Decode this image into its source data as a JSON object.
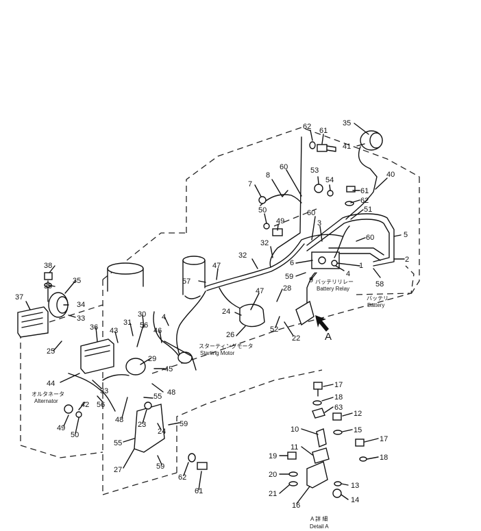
{
  "diagram": {
    "callouts": [
      {
        "id": "c35a",
        "text": "35"
      },
      {
        "id": "c41",
        "text": "41"
      },
      {
        "id": "c62a",
        "text": "62"
      },
      {
        "id": "c61a",
        "text": "61"
      },
      {
        "id": "c40",
        "text": "40"
      },
      {
        "id": "c53",
        "text": "53"
      },
      {
        "id": "c54",
        "text": "54"
      },
      {
        "id": "c61b",
        "text": "61"
      },
      {
        "id": "c62b",
        "text": "62"
      },
      {
        "id": "c51",
        "text": "51"
      },
      {
        "id": "c60a",
        "text": "60"
      },
      {
        "id": "c7",
        "text": "7"
      },
      {
        "id": "c8",
        "text": "8"
      },
      {
        "id": "c50a",
        "text": "50"
      },
      {
        "id": "c49a",
        "text": "49"
      },
      {
        "id": "c60b",
        "text": "60"
      },
      {
        "id": "c3",
        "text": "3"
      },
      {
        "id": "c60c",
        "text": "60"
      },
      {
        "id": "c5",
        "text": "5"
      },
      {
        "id": "c2",
        "text": "2"
      },
      {
        "id": "c32a",
        "text": "32"
      },
      {
        "id": "c32b",
        "text": "32"
      },
      {
        "id": "c1",
        "text": "1"
      },
      {
        "id": "c6",
        "text": "6"
      },
      {
        "id": "c4a",
        "text": "4"
      },
      {
        "id": "c59a",
        "text": "59"
      },
      {
        "id": "c9",
        "text": "9"
      },
      {
        "id": "c58",
        "text": "58"
      },
      {
        "id": "c47a",
        "text": "47"
      },
      {
        "id": "c57",
        "text": "57"
      },
      {
        "id": "c47b",
        "text": "47"
      },
      {
        "id": "c28",
        "text": "28"
      },
      {
        "id": "c38",
        "text": "38"
      },
      {
        "id": "c39",
        "text": "39"
      },
      {
        "id": "c35b",
        "text": "35"
      },
      {
        "id": "c37",
        "text": "37"
      },
      {
        "id": "c34",
        "text": "34"
      },
      {
        "id": "c33a",
        "text": "33"
      },
      {
        "id": "c24a",
        "text": "24"
      },
      {
        "id": "c26",
        "text": "26"
      },
      {
        "id": "c52",
        "text": "52"
      },
      {
        "id": "c22",
        "text": "22"
      },
      {
        "id": "c30",
        "text": "30"
      },
      {
        "id": "c31",
        "text": "31"
      },
      {
        "id": "c43",
        "text": "43"
      },
      {
        "id": "c56a",
        "text": "56"
      },
      {
        "id": "c36",
        "text": "36"
      },
      {
        "id": "c4b",
        "text": "4"
      },
      {
        "id": "c46",
        "text": "46"
      },
      {
        "id": "c29",
        "text": "29"
      },
      {
        "id": "c25",
        "text": "25"
      },
      {
        "id": "c45",
        "text": "45"
      },
      {
        "id": "c44",
        "text": "44"
      },
      {
        "id": "c48a",
        "text": "48"
      },
      {
        "id": "c33b",
        "text": "33"
      },
      {
        "id": "c55a",
        "text": "55"
      },
      {
        "id": "c42",
        "text": "42"
      },
      {
        "id": "c56b",
        "text": "56"
      },
      {
        "id": "c48b",
        "text": "48"
      },
      {
        "id": "c59b",
        "text": "59"
      },
      {
        "id": "c49b",
        "text": "49"
      },
      {
        "id": "c50b",
        "text": "50"
      },
      {
        "id": "c23",
        "text": "23"
      },
      {
        "id": "c24b",
        "text": "24"
      },
      {
        "id": "c55b",
        "text": "55"
      },
      {
        "id": "c59c",
        "text": "59"
      },
      {
        "id": "c27",
        "text": "27"
      },
      {
        "id": "c62c",
        "text": "62"
      },
      {
        "id": "c61c",
        "text": "61"
      },
      {
        "id": "c17a",
        "text": "17"
      },
      {
        "id": "c18a",
        "text": "18"
      },
      {
        "id": "c63",
        "text": "63"
      },
      {
        "id": "c12",
        "text": "12"
      },
      {
        "id": "c15",
        "text": "15"
      },
      {
        "id": "c17b",
        "text": "17"
      },
      {
        "id": "c10",
        "text": "10"
      },
      {
        "id": "c11",
        "text": "11"
      },
      {
        "id": "c18b",
        "text": "18"
      },
      {
        "id": "c19",
        "text": "19"
      },
      {
        "id": "c20",
        "text": "20"
      },
      {
        "id": "c13",
        "text": "13"
      },
      {
        "id": "c21",
        "text": "21"
      },
      {
        "id": "c14",
        "text": "14"
      },
      {
        "id": "c16",
        "text": "16"
      }
    ],
    "labels": {
      "battery_relay_jp": "バッテリリレー",
      "battery_relay_en": "Battery Relay",
      "battery_jp": "バッテリ",
      "battery_en": "Battery",
      "starting_motor_jp": "スターティングモータ",
      "starting_motor_en": "Starting Motor",
      "alternator_jp": "オルタネータ",
      "alternator_en": "Alternator",
      "view_a": "A",
      "detail_jp": "A 詳 細",
      "detail_en": "Detail A"
    }
  }
}
